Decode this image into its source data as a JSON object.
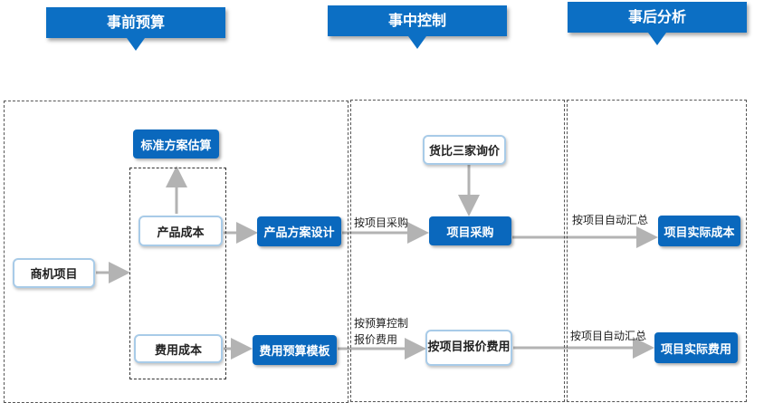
{
  "phases": {
    "pre": "事前预算",
    "mid": "事中控制",
    "post": "事后分析"
  },
  "nodes": {
    "opportunity": "商机项目",
    "standard_estimate": "标准方案估算",
    "product_cost": "产品成本",
    "expense_cost": "费用成本",
    "product_design": "产品方案设计",
    "expense_template": "费用预算模板",
    "three_quotes": "货比三家询价",
    "procurement": "项目采购",
    "quote_expense": "按项目报价费用",
    "actual_cost": "项目实际成本",
    "actual_expense": "项目实际费用"
  },
  "edge_labels": {
    "by_procurement": "按项目采购",
    "by_budget_line1": "按预算控制",
    "by_budget_line2": "报价费用",
    "auto_sum_1": "按项目自动汇总",
    "auto_sum_2": "按项目自动汇总"
  },
  "colors": {
    "primary": "#0c6fc4",
    "outline": "#a8cbe8",
    "arrow": "#b3b3b3"
  }
}
